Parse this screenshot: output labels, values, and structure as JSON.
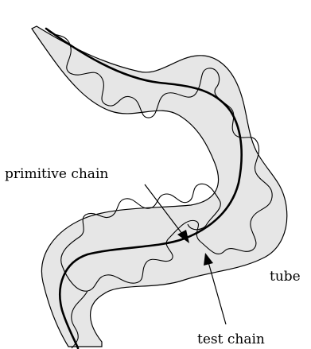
{
  "labels": {
    "primitive_chain": "primitive chain",
    "test_chain": "test chain",
    "tube": "tube"
  },
  "colors": {
    "tube_fill": "#e6e6e6",
    "stroke": "#000000",
    "background": "#ffffff"
  }
}
